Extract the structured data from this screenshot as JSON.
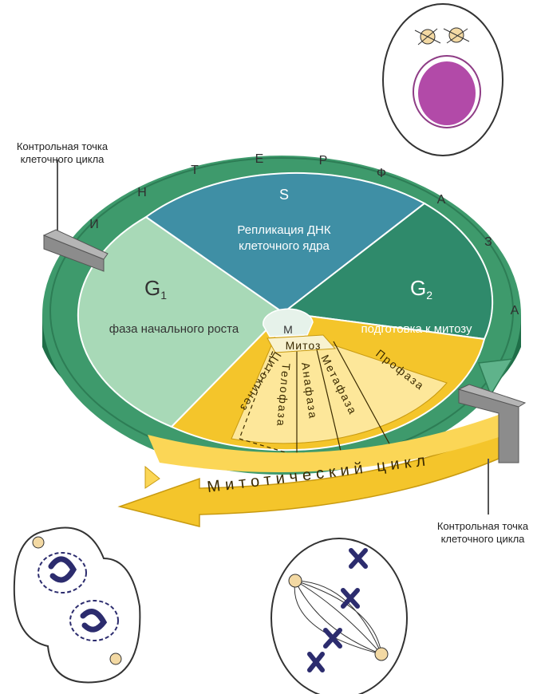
{
  "interphase_letters": [
    "И",
    "Н",
    "Т",
    "Е",
    "Р",
    "Ф",
    "А",
    "З",
    "А"
  ],
  "phases": {
    "S": {
      "name": "S",
      "description": [
        "Репликация ДНК",
        "клеточного ядра"
      ],
      "color": "#3f8fa5"
    },
    "G1": {
      "name": "G",
      "subscript": "1",
      "description": "фаза начального роста",
      "color": "#a8d9b7"
    },
    "G2": {
      "name": "G",
      "subscript": "2",
      "description": "подготовка к митозу",
      "color": "#2f8a6b"
    }
  },
  "center_label": "М",
  "mitosis_label": "Митоз",
  "mitosis_subphases": [
    "Профаза",
    "Метафаза",
    "Анафаза",
    "Телофаза",
    "Цитокинез"
  ],
  "mitotic_cycle_label": "Митотический цикл",
  "checkpoints": [
    {
      "label": [
        "Контрольная точка",
        "клеточного цикла"
      ]
    },
    {
      "label": [
        "Контрольная точка",
        "клеточного цикла"
      ]
    }
  ],
  "colors": {
    "ring": "#3e9a6c",
    "ring_dark": "#1f6e48",
    "mitotic_yellow": "#f4c52b",
    "mitotic_light": "#fde79a",
    "checkpoint_gray": "#8c8c8c",
    "nucleus_magenta": "#b24aa8",
    "chromosome_navy": "#2c2c6e"
  }
}
